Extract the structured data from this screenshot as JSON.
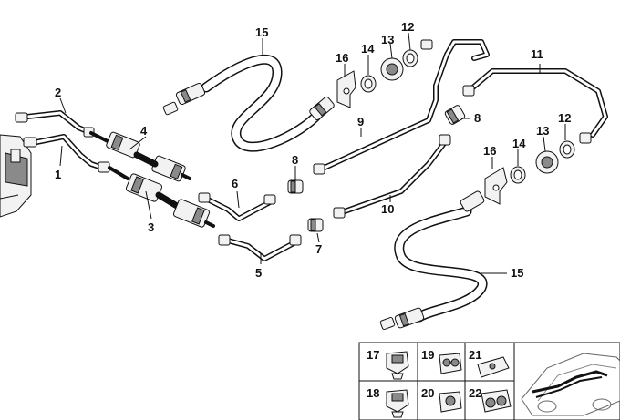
{
  "callouts": {
    "n1": "1",
    "n2": "2",
    "n3": "3",
    "n4": "4",
    "n5": "5",
    "n6": "6",
    "n7": "7",
    "n8a": "8",
    "n8b": "8",
    "n9": "9",
    "n10": "10",
    "n11": "11",
    "n12a": "12",
    "n12b": "12",
    "n13a": "13",
    "n13b": "13",
    "n14a": "14",
    "n14b": "14",
    "n15a": "15",
    "n15b": "15",
    "n16a": "16",
    "n16b": "16"
  },
  "inset": {
    "n17": "17",
    "n18": "18",
    "n19": "19",
    "n20": "20",
    "n21": "21",
    "n22": "22"
  },
  "colors": {
    "line": "#111111",
    "part_fill": "#f2f2f2",
    "shade": "#8a8a8a",
    "background": "#ffffff"
  }
}
